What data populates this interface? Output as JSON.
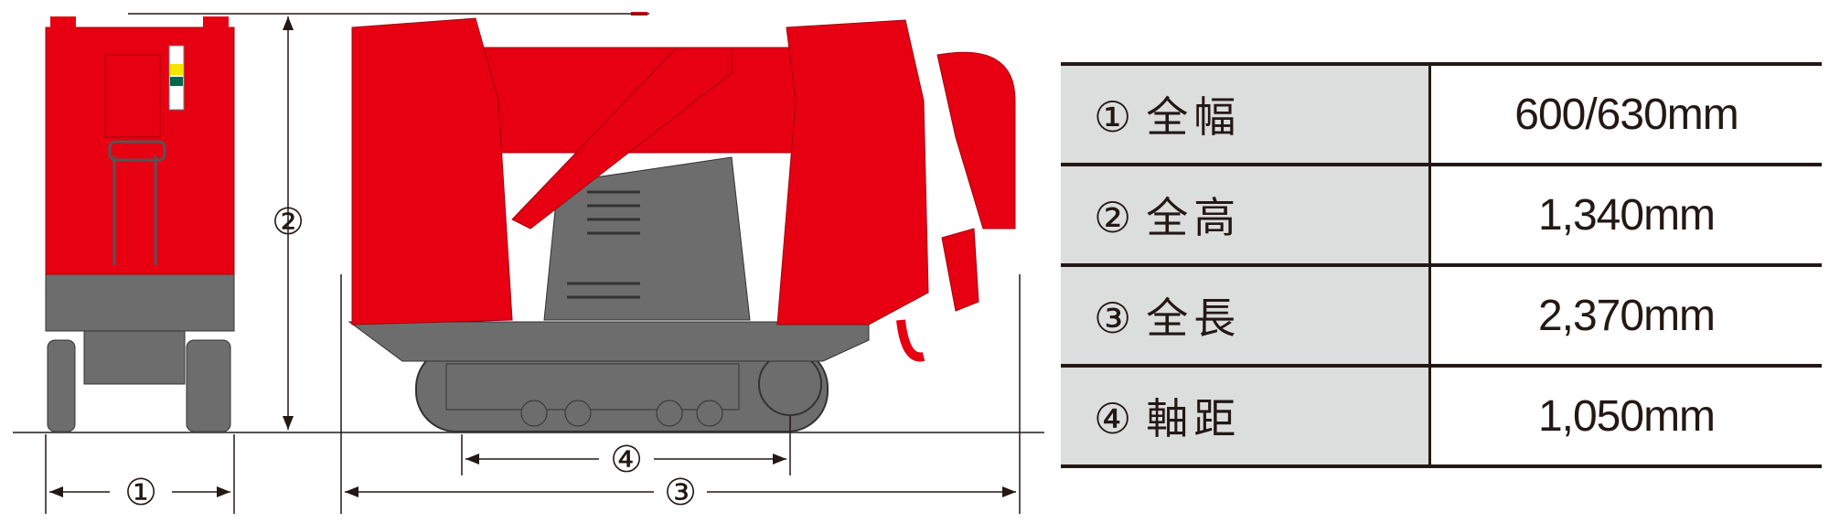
{
  "colors": {
    "body_red": "#e60012",
    "chassis_gray": "#6d6d6d",
    "table_label_bg": "#dcdddd",
    "line": "#231815"
  },
  "dimension_markers": [
    "①",
    "②",
    "③",
    "④"
  ],
  "specs": [
    {
      "marker": "①",
      "label": "全幅",
      "value": "600/630mm"
    },
    {
      "marker": "②",
      "label": "全高",
      "value": "1,340mm"
    },
    {
      "marker": "③",
      "label": "全長",
      "value": "2,370mm"
    },
    {
      "marker": "④",
      "label": "軸距",
      "value": "1,050mm"
    }
  ]
}
